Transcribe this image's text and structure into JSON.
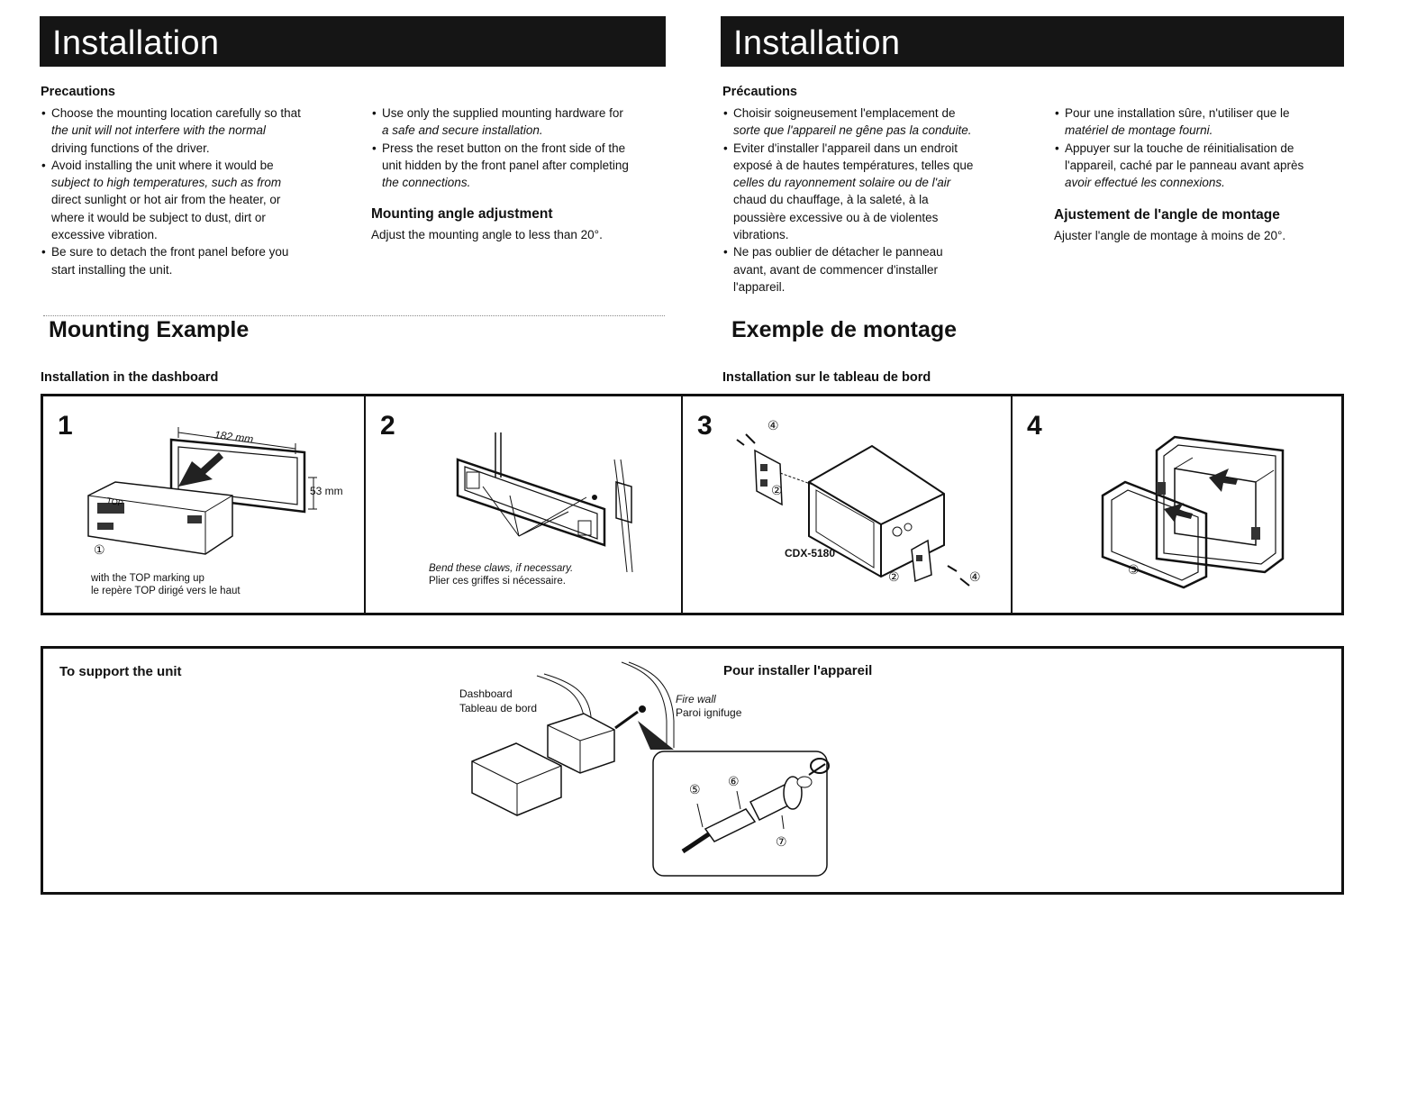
{
  "left": {
    "banner": "Installation",
    "precautions_heading": "Precautions",
    "col1": {
      "b1": [
        "Choose the mounting location carefully so that",
        "the unit will not interfere with the normal",
        "driving functions of the driver."
      ],
      "b2": [
        "Avoid installing the unit where it would be",
        "subject to high temperatures, such as from",
        "direct sunlight or hot air from the heater, or",
        "where it would be subject to dust, dirt or",
        "excessive vibration."
      ],
      "b3": [
        "Be sure to detach the front panel before you",
        "start installing the unit."
      ]
    },
    "col2": {
      "b1": [
        "Use only the supplied mounting hardware for",
        "a safe and secure installation."
      ],
      "b2": [
        "Press the reset button on the front side of the",
        "unit hidden by the front panel after completing",
        "the connections."
      ],
      "angle_heading": "Mounting angle adjustment",
      "angle_text": "Adjust the mounting angle to less than 20°."
    },
    "section_title": "Mounting Example",
    "dashboard_heading": "Installation in the dashboard"
  },
  "right": {
    "banner": "Installation",
    "precautions_heading": "Précautions",
    "col1": {
      "b1": [
        "Choisir soigneusement l'emplacement de",
        "sorte que l'appareil ne gêne pas la conduite."
      ],
      "b2": [
        "Eviter d'installer l'appareil dans un endroit",
        "exposé à de hautes températures, telles que",
        "celles du rayonnement solaire ou de l'air",
        "chaud du chauffage, à la saleté, à la",
        "poussière excessive ou à de violentes",
        "vibrations."
      ],
      "b3": [
        "Ne pas oublier de détacher le panneau",
        "avant, avant de commencer d'installer",
        "l'appareil."
      ]
    },
    "col2": {
      "b1": [
        "Pour une installation sûre, n'utiliser que le",
        "matériel de montage fourni."
      ],
      "b2": [
        "Appuyer sur la touche de réinitialisation de",
        "l'appareil, caché par le panneau avant après",
        "avoir effectué les connexions."
      ],
      "angle_heading": "Ajustement de l'angle de montage",
      "angle_text": "Ajuster l'angle de montage à moins de 20°."
    },
    "section_title": "Exemple de montage",
    "dashboard_heading": "Installation sur le tableau de bord"
  },
  "steps": {
    "s1": {
      "num": "1",
      "dim_w": "182 mm",
      "dim_h": "53 mm",
      "marker": "①",
      "cap1": "with the TOP marking up",
      "cap2": "le repère TOP dirigé vers le haut"
    },
    "s2": {
      "num": "2",
      "cap1": "Bend these claws, if necessary.",
      "cap2": "Plier ces griffes si nécessaire."
    },
    "s3": {
      "num": "3",
      "model": "CDX-5180",
      "m4": "④",
      "m2": "②"
    },
    "s4": {
      "num": "4",
      "m3": "③"
    }
  },
  "support": {
    "title_en": "To support the unit",
    "title_fr": "Pour installer l'appareil",
    "dashboard": "Dashboard",
    "dashboard_fr": "Tableau de bord",
    "firewall": "Fire wall",
    "firewall_fr": "Paroi ignifuge",
    "m5": "⑤",
    "m6": "⑥",
    "m7": "⑦"
  }
}
